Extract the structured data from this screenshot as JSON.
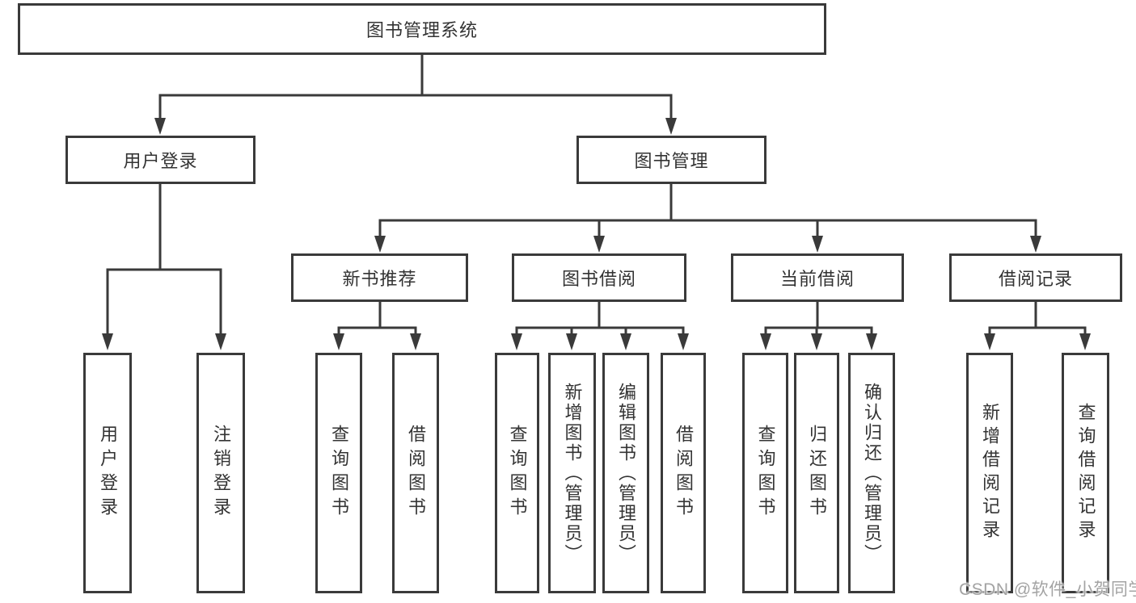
{
  "diagram": {
    "title": "图书管理系统",
    "level2": [
      {
        "label": "用户登录",
        "children": [
          "用户登录",
          "注销登录"
        ]
      },
      {
        "label": "图书管理",
        "modules": [
          {
            "label": "新书推荐",
            "children": [
              "查询图书",
              "借阅图书"
            ]
          },
          {
            "label": "图书借阅",
            "children": [
              "查询图书",
              "新增图书（管理员）",
              "编辑图书（管理员）",
              "借阅图书"
            ]
          },
          {
            "label": "当前借阅",
            "children": [
              "查询图书",
              "归还图书",
              "确认归还（管理员）"
            ]
          },
          {
            "label": "借阅记录",
            "children": [
              "新增借阅记录",
              "查询借阅记录"
            ]
          }
        ]
      }
    ]
  },
  "watermark": "CSDN @软件_小贺同学",
  "colors": {
    "line": "#3a3a3a",
    "text": "#333333",
    "watermark": "#a3a3a3",
    "background": "#ffffff"
  }
}
